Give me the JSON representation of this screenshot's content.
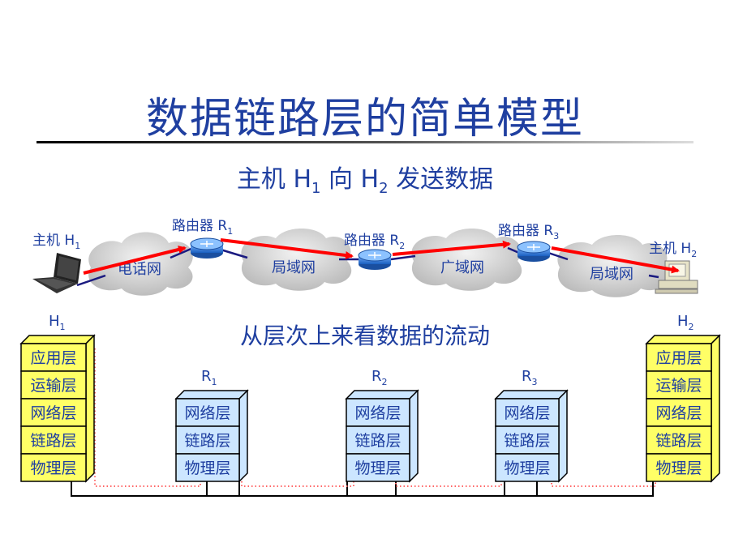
{
  "title": "数据链路层的简单模型",
  "subtitle": {
    "host": "主机",
    "h": "H",
    "s1": "1",
    "mid": "向",
    "s2": "2",
    "end": "发送数据"
  },
  "flow_title": "从层次上来看数据的流动",
  "network": {
    "host1_label": "主机 H",
    "host1_sub": "1",
    "host2_label": "主机 H",
    "host2_sub": "2",
    "router1_label": "路由器 R",
    "router1_sub": "1",
    "router2_label": "路由器 R",
    "router2_sub": "2",
    "router3_label": "路由器 R",
    "router3_sub": "3",
    "cloud1": "电话网",
    "cloud2": "局域网",
    "cloud3": "广域网",
    "cloud4": "局域网"
  },
  "stacks": {
    "h1": {
      "label": "H",
      "sub": "1",
      "layers": [
        "应用层",
        "运输层",
        "网络层",
        "链路层",
        "物理层"
      ]
    },
    "r1": {
      "label": "R",
      "sub": "1",
      "layers": [
        "网络层",
        "链路层",
        "物理层"
      ]
    },
    "r2": {
      "label": "R",
      "sub": "2",
      "layers": [
        "网络层",
        "链路层",
        "物理层"
      ]
    },
    "r3": {
      "label": "R",
      "sub": "3",
      "layers": [
        "网络层",
        "链路层",
        "物理层"
      ]
    },
    "h2": {
      "label": "H",
      "sub": "2",
      "layers": [
        "应用层",
        "运输层",
        "网络层",
        "链路层",
        "物理层"
      ]
    }
  },
  "colors": {
    "title": "#1f3fa0",
    "host_stack": "#ffff66",
    "router_stack": "#cce6ff",
    "arrow": "#ff0000",
    "link": "#1a1a80",
    "cloud": "#d9d9d9"
  }
}
